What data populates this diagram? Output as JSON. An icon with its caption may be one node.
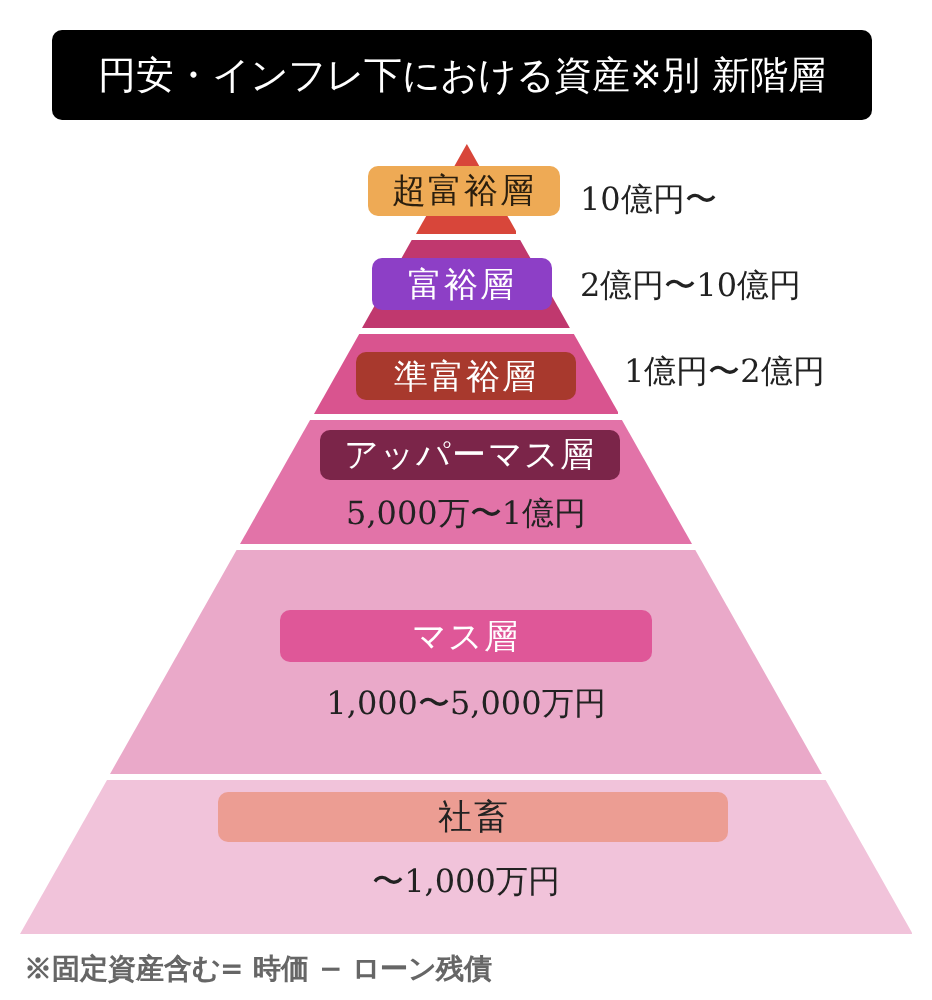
{
  "diagram": {
    "title": "円安・インフレ下における資産※別 新階層",
    "nodes": [
      {
        "text": [
          "超富裕層"
        ],
        "beside": [
          "10億円〜"
        ]
      },
      {
        "text": [
          "富裕層"
        ],
        "beside": [
          "2億円〜10億円"
        ]
      },
      {
        "text": [
          "準富裕層"
        ],
        "beside": [
          "1億円〜2億円"
        ]
      },
      {
        "text": [
          "アッパーマス層",
          "5,000万〜1億円"
        ]
      },
      {
        "text": [
          "マス層",
          "1,000〜5,000万円"
        ]
      },
      {
        "text": [
          "社畜",
          "〜1,000万円"
        ]
      }
    ],
    "labels": [
      "※固定資産含む= 時価 − ローン残債"
    ]
  }
}
